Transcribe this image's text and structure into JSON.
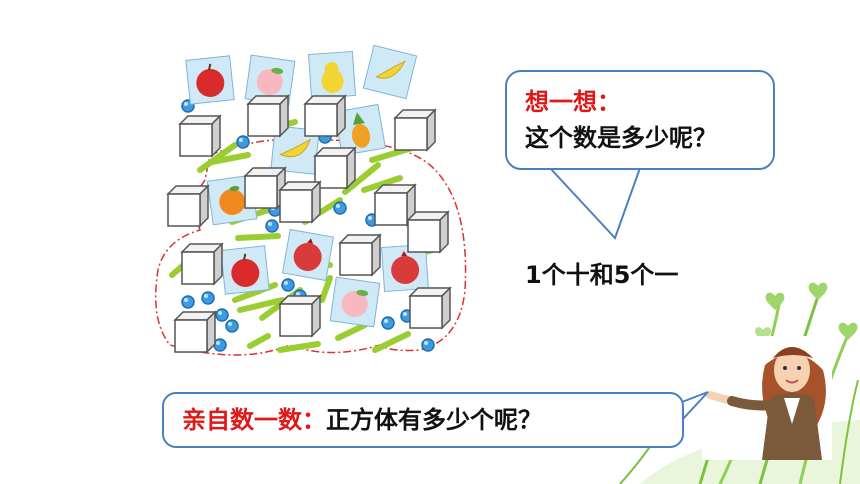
{
  "prompt_bubble": {
    "heading": "想一想：",
    "question": "这个数是多少呢？"
  },
  "answer_text": "1个十和5个一",
  "task_bubble": {
    "heading": "亲自数一数：",
    "question": "正方体有多少个呢？"
  },
  "colors": {
    "accent_red": "#e01818",
    "bubble_border": "#4a7fc1",
    "stick_green": "#9acd32",
    "bead_blue": "#3f9be0",
    "grass_green": "#7dc142"
  },
  "icons": [
    "apple-icon",
    "peach-icon",
    "pear-icon",
    "banana-icon",
    "pineapple-icon",
    "orange-icon",
    "pomegranate-icon",
    "cube-icon",
    "stick-icon",
    "bead-icon",
    "teacher-illustration"
  ]
}
